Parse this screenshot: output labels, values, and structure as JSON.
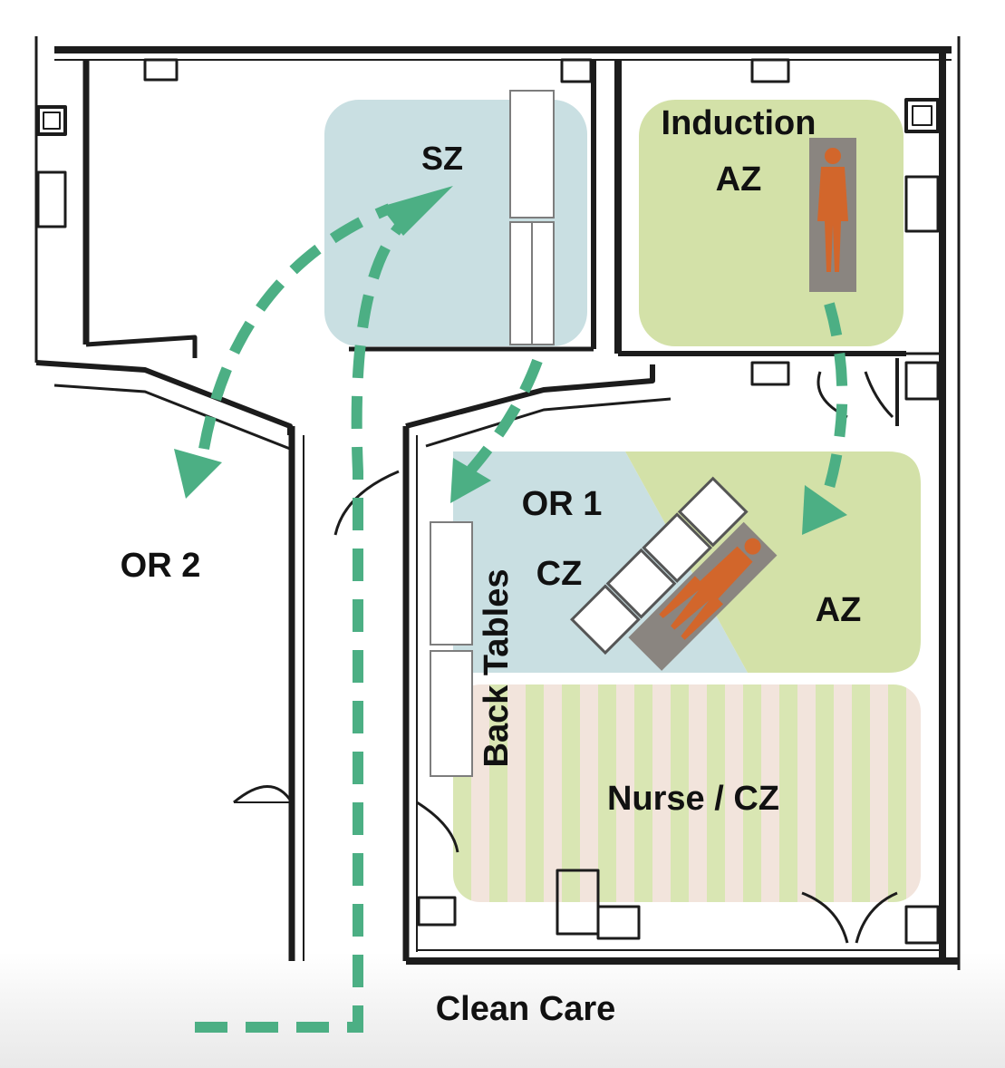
{
  "labels": {
    "sz": "SZ",
    "induction": "Induction",
    "induction_az": "AZ",
    "or1": "OR 1",
    "or1_cz": "CZ",
    "or1_az": "AZ",
    "or2": "OR 2",
    "back_tables": "Back Tables",
    "nurse_cz": "Nurse / CZ",
    "clean_care": "Clean Care"
  },
  "colors": {
    "sterile_zone": "#c9dfe2",
    "anesthesia_zone": "#d3e1a8",
    "nurse_stripe_green": "#d9e6b3",
    "nurse_stripe_pink": "#f2e4dc",
    "patient_bed": "#8a8580",
    "patient_figure": "#d2662b",
    "flow_arrow": "#4caf84",
    "walls": "#1c1c1c"
  },
  "icons": {
    "patient": "person-figure-icon",
    "flow": "dashed-arrow-icon"
  }
}
